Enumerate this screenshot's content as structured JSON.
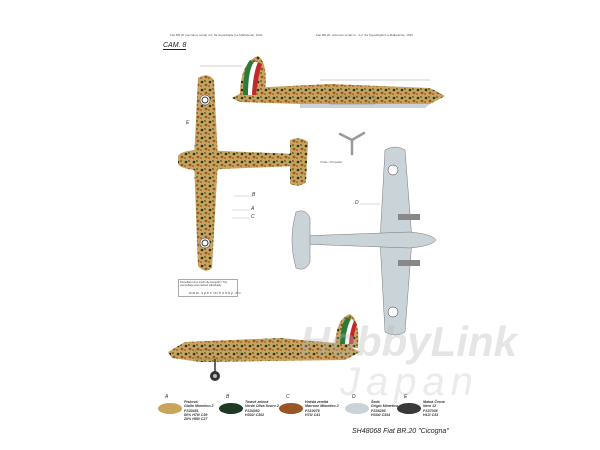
{
  "sheet": {
    "caption_left": "Fiat BR.20 (neznámý serial) 4-2, 5a Squadriglia (La Malbeleria), 1940",
    "caption_right": "Fiat BR.20, unknown serial no., 4-2, 5a Squadriglia (La Malbeleria), 1940",
    "camo_label": "CAM. 8",
    "title": "SH48068 Fiat BR.20 \"Cicogna\"",
    "note_text": "Kamufláž nutno kreslit dle fotografií / The camouflage was painted individually",
    "note_url": "www.specialhobby.eu",
    "callouts": [
      "A",
      "B",
      "C",
      "D",
      "E"
    ],
    "prop_label": "Vrtule / Propeller"
  },
  "colors": [
    {
      "letter": "A",
      "hex": "#c9a45c",
      "text": "Písková\nGiallo Mimetico 2\nFS30451\n80% H79/ C39\n20% H58/ C27"
    },
    {
      "letter": "B",
      "hex": "#1e3a24",
      "text": "Tmavě zelená\nVerde Oliva Scuro 2\nFS34052\nH302/ C302"
    },
    {
      "letter": "C",
      "hex": "#9a5527",
      "text": "Hnědá zemitá\nMarrone Mimetico 2\nFS10075\nH74/ C41"
    },
    {
      "letter": "D",
      "hex": "#c9d3d8",
      "text": "Šedá\nGrigio Mimetico\nFS36293\nH334/ C334"
    },
    {
      "letter": "E",
      "hex": "#3a3a3a",
      "text": "Matná Černá\nNero 12\nFS37038\nH12/ C33"
    }
  ],
  "watermark": {
    "line1": "HobbyLink",
    "line2": "Japan"
  }
}
